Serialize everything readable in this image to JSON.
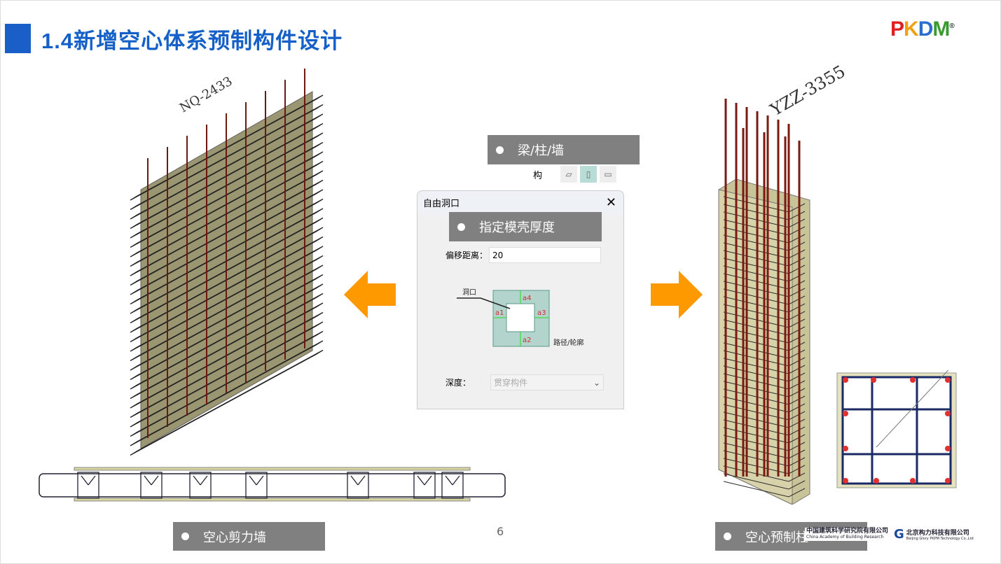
{
  "title": "1.4新增空心体系预制构件设计",
  "logo": {
    "letters": [
      "P",
      "K",
      "D",
      "M"
    ],
    "registered": "®",
    "colors": [
      "#e02020",
      "#f0a010",
      "#2a6fd0",
      "#3a9a30"
    ]
  },
  "labels": {
    "beam_column_wall": "梁/柱/墙",
    "formwork": "指定模壳厚度",
    "hollow_wall": "空心剪力墙",
    "hollow_column": "空心预制柱"
  },
  "models": {
    "wall_tag": "NQ-2433",
    "column_tag": "YZZ-3355"
  },
  "toolbar": {
    "label": "构",
    "icons": [
      "beam-icon",
      "column-icon",
      "wall-icon"
    ]
  },
  "dialog": {
    "title": "自由洞口",
    "offset_label": "偏移距离：",
    "offset_value": "20",
    "diagram": {
      "opening": "洞口",
      "path": "路径/轮廓",
      "a1": "a1",
      "a2": "a2",
      "a3": "a3",
      "a4": "a4"
    },
    "depth_label": "深度：",
    "depth_value": "贯穿构件"
  },
  "page_number": "6",
  "footer": {
    "org1": "中国建筑科学研究院有限公司",
    "org1_en": "China Academy of Building Research",
    "org2": "北京构力科技有限公司",
    "org2_en": "Beijing Glory PKPM Technology Co.,Ltd"
  },
  "colors": {
    "accent": "#1560c8",
    "arrow": "#ff9900",
    "label_bg": "#808080"
  }
}
